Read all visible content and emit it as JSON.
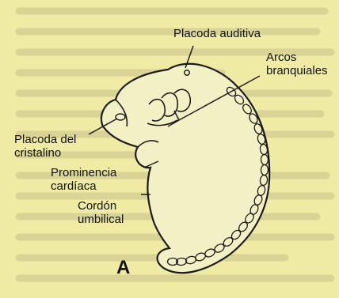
{
  "figure": {
    "panel_letter": "A",
    "labels": {
      "placoda_auditiva": "Placoda auditiva",
      "arcos_branquiales": "Arcos\nbranquiales",
      "placoda_cristalino": "Placoda del\ncristalino",
      "prominencia_cardiaca": "Prominencia\ncardíaca",
      "cordon_umbilical": "Cordón\numbilical"
    }
  },
  "colors": {
    "paper": "#efeaa4",
    "background_text": "#d9d395",
    "embryo_fill": "#f4f0c6",
    "ink": "#1c1c1c"
  }
}
